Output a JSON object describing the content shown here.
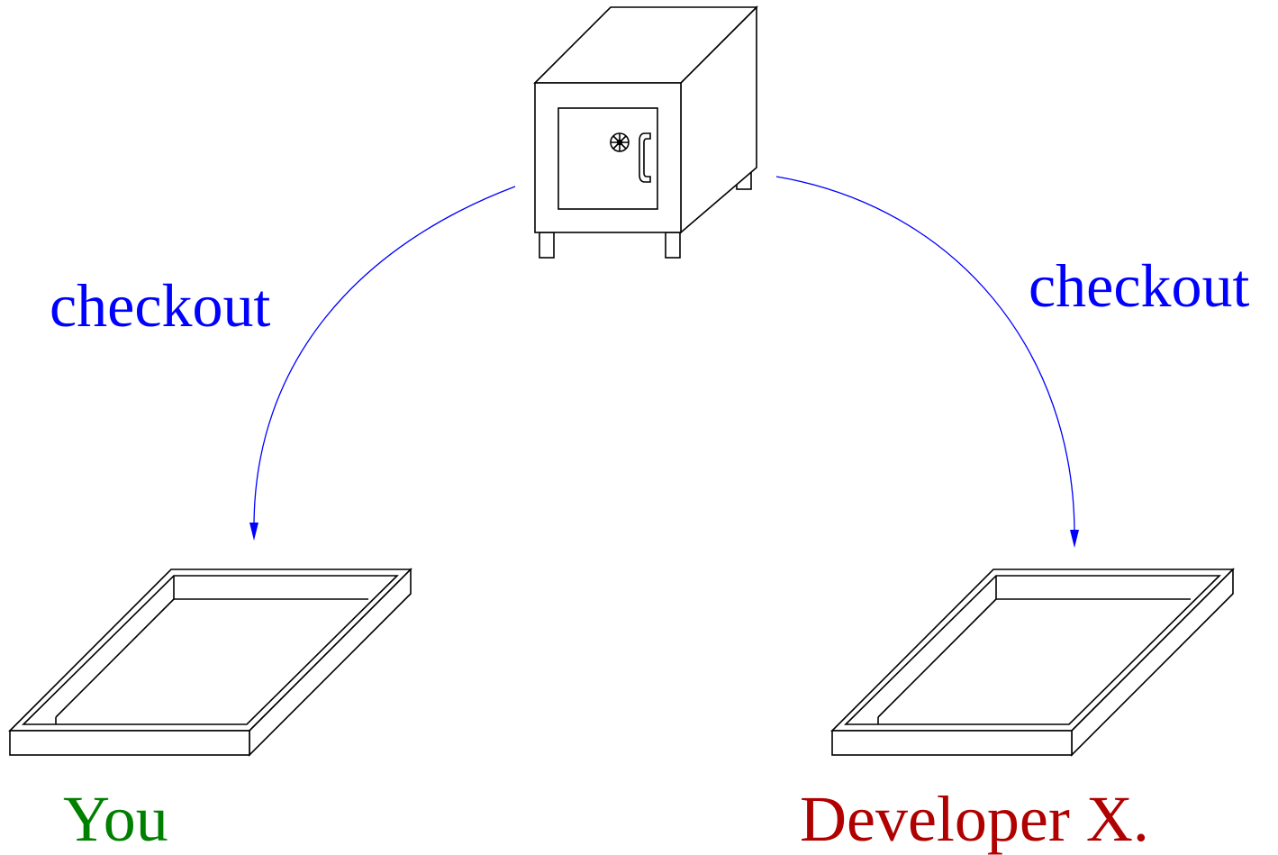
{
  "labels": {
    "checkout_left": "checkout",
    "checkout_right": "checkout",
    "you": "You",
    "developer": "Developer X."
  },
  "colors": {
    "arrow": "#0000ff",
    "checkout_text": "#0000ff",
    "you_text": "#008000",
    "developer_text": "#b00000",
    "outline": "#000000"
  },
  "icons": {
    "repository": "safe-icon",
    "working_copy": "tray-icon"
  }
}
